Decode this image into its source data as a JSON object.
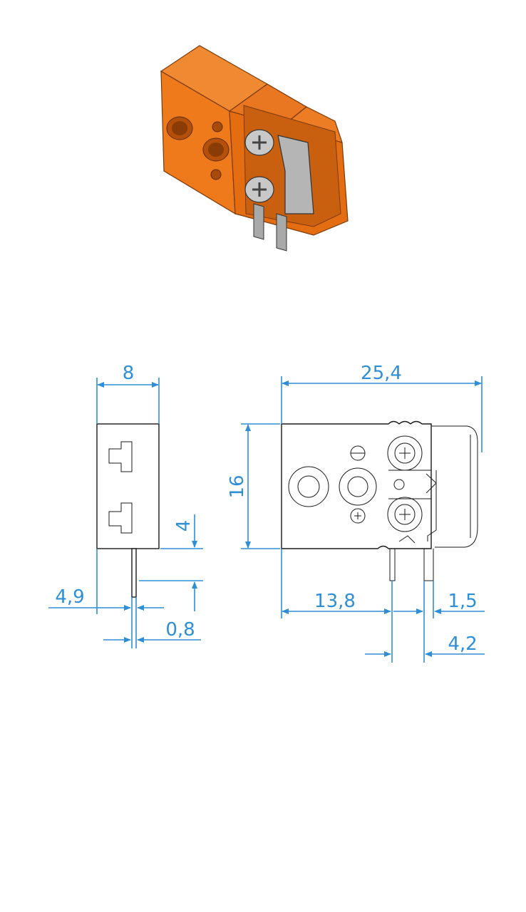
{
  "figure": {
    "subject": "miniature thermocouple connector socket",
    "colors": {
      "body": "#ef7a1c",
      "body_dark": "#b8520c",
      "metal": "#a9a9a9",
      "dimension": "#2f8fd6",
      "outline": "#1a1a1a"
    }
  },
  "dimensions": {
    "side_width": "8",
    "side_offset": "4,9",
    "pin_thickness": "0,8",
    "pin_length": "4",
    "front_width": "25,4",
    "front_height": "16",
    "pin_position": "13,8",
    "pin_width": "1,5",
    "pin_spacing": "4,2"
  }
}
